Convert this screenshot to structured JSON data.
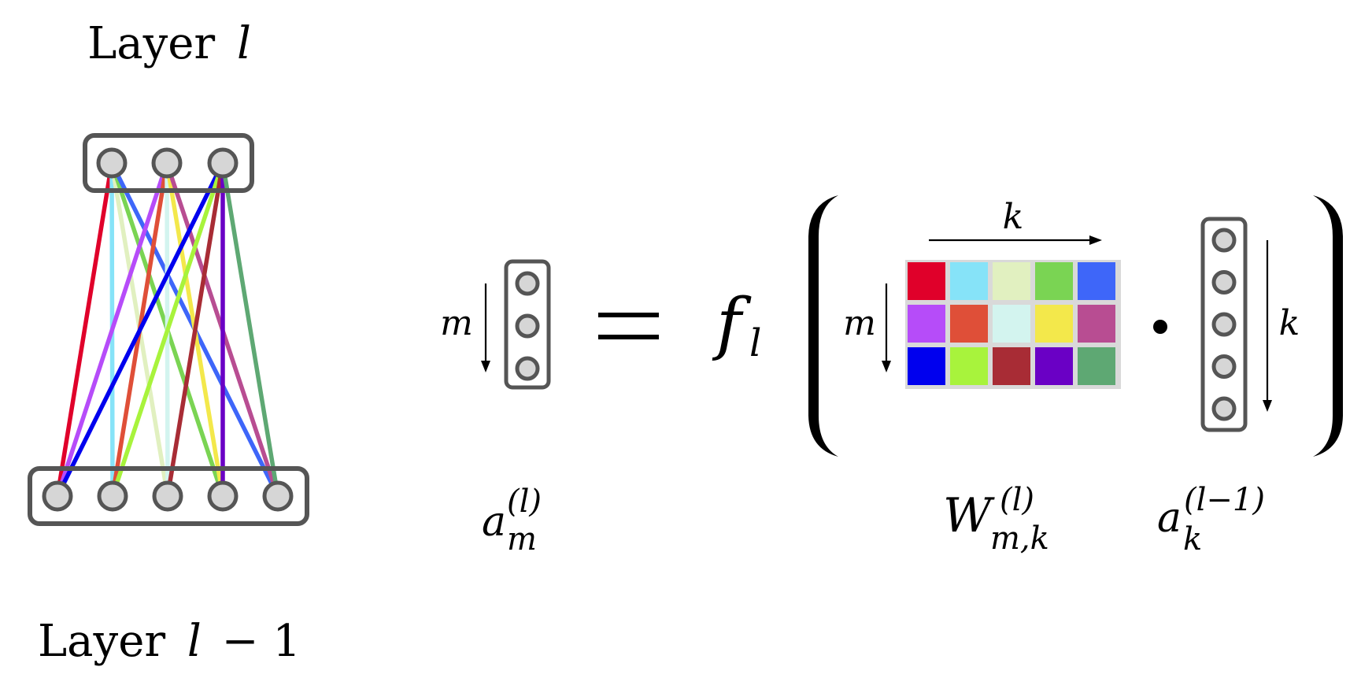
{
  "labels": {
    "top_layer": "Layer",
    "top_layer_var": "l",
    "bottom_layer": "Layer",
    "bottom_layer_var": "l",
    "bottom_layer_suffix": "− 1",
    "m": "m",
    "k": "k",
    "equals": "=",
    "f": "f",
    "f_sub": "l",
    "dot": "•",
    "a": "a",
    "a_sub": "m",
    "a_sup": "(l)",
    "W": "W",
    "W_sub": "m,k",
    "W_sup": "(l)",
    "ak": "a",
    "ak_sub": "k",
    "ak_sup": "(l−1)"
  },
  "network": {
    "top_nodes": 3,
    "bottom_nodes": 5,
    "connection_colors": [
      [
        "#e0002a",
        "#86e3f8",
        "#e1f0c0",
        "#7ad453",
        "#3e66f9"
      ],
      [
        "#b64cf9",
        "#df4f38",
        "#d3f4ef",
        "#f3e84b",
        "#b84d92"
      ],
      [
        "#0000ee",
        "#a8f33c",
        "#a82c35",
        "#6a00c5",
        "#5ea873"
      ]
    ]
  },
  "matrix": {
    "rows": 3,
    "cols": 5,
    "colors": [
      [
        "#e0002a",
        "#86e3f8",
        "#e1f0c0",
        "#7ad453",
        "#3e66f9"
      ],
      [
        "#b64cf9",
        "#df4f38",
        "#d3f4ef",
        "#f3e84b",
        "#b84d92"
      ],
      [
        "#0000ee",
        "#a8f33c",
        "#a82c35",
        "#6a00c5",
        "#5ea873"
      ]
    ]
  },
  "output_vector_nodes": 3,
  "input_vector_nodes": 5
}
